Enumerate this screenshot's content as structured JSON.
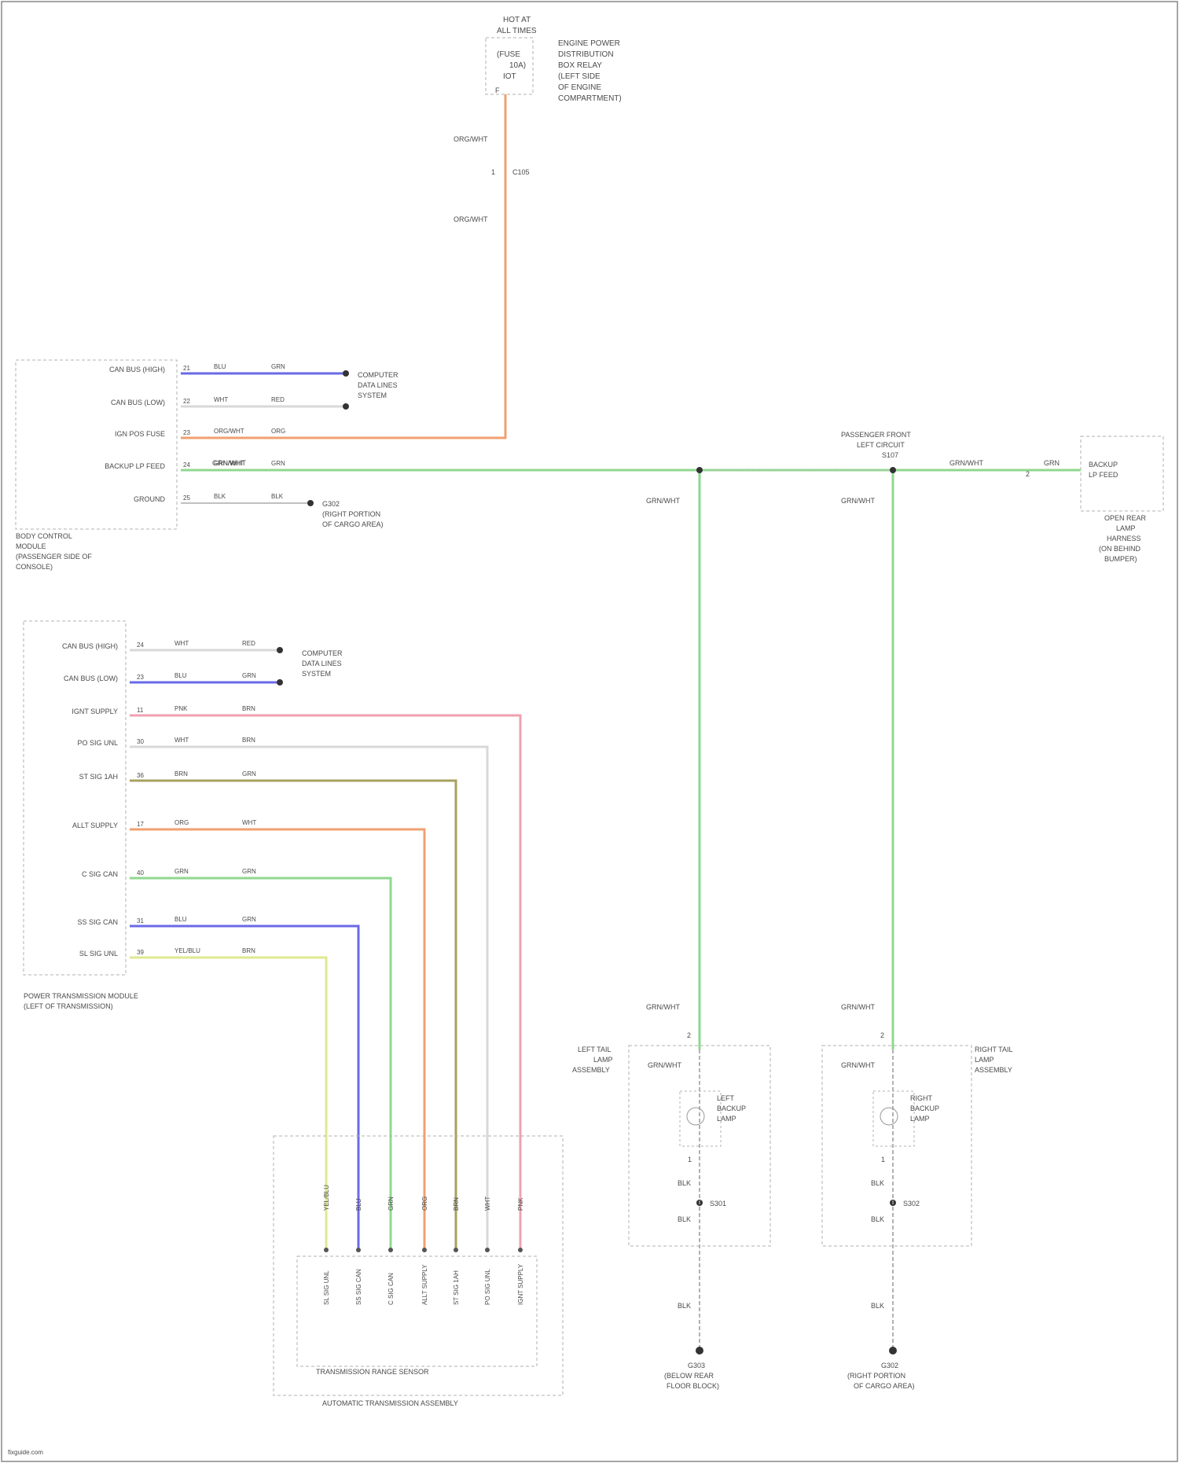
{
  "diagram": {
    "fuse": {
      "header": [
        "HOT AT",
        "ALL TIMES"
      ],
      "label": [
        "F",
        "(FUSE",
        "10A)",
        "",
        "IOT"
      ],
      "desc": [
        "ENGINE POWER",
        "DISTRIBUTION",
        "BOX RELAY",
        "(LEFT SIDE",
        "OF ENGINE",
        "COMPARTMENT)"
      ]
    },
    "main_wire": {
      "top_label": "ORG/WHT",
      "connector_label": "1",
      "connector_desc": "C105",
      "mid_label": "ORG/WHT"
    },
    "bcm": {
      "pins": [
        {
          "label": "CAN BUS (HIGH)",
          "num": "21",
          "color1": "BLU",
          "color2": "GRN"
        },
        {
          "label": "CAN BUS (LOW)",
          "num": "22",
          "color1": "WHT",
          "color2": "RED"
        },
        {
          "label": "IGN POS FUSE",
          "num": "23",
          "color1": "ORG/WHT",
          "color2": "ORG"
        },
        {
          "label": "BACKUP LP FEED",
          "num": "24",
          "color1": "GRN/WHT",
          "color2": "GRN"
        },
        {
          "label": "GROUND",
          "num": "25",
          "color1": "BLK",
          "color2": "BLK"
        }
      ],
      "desc": [
        "BODY CONTROL",
        "MODULE",
        "(PASSENGER SIDE OF",
        "CONSOLE)"
      ]
    },
    "data_link_1": [
      "COMPUTER",
      "DATA LINES",
      "SYSTEM"
    ],
    "g_ref_1": [
      "G302",
      "(RIGHT PORTION",
      "OF CARGO AREA)"
    ],
    "splice_1": {
      "desc": [
        "PASSENGER FRONT",
        "LEFT CIRCUIT",
        "S107"
      ]
    },
    "backup_wire_label": "GRN/WHT",
    "right_connector": {
      "wire": "GRN",
      "label": [
        "BACKUP",
        "LP FEED"
      ],
      "desc": [
        "OPEN REAR",
        "LAMP",
        "HARNESS",
        "(ON BEHIND",
        "BUMPER)"
      ],
      "num": "2"
    },
    "vertical_wires": {
      "left_top": "GRN/WHT",
      "right_top": "GRN/WHT",
      "left_bottom": "GRN/WHT",
      "right_bottom": "GRN/WHT"
    },
    "tcm": {
      "pins": [
        {
          "label": "CAN BUS (HIGH)",
          "num": "24",
          "color1": "WHT",
          "color2": "RED"
        },
        {
          "label": "CAN BUS (LOW)",
          "num": "23",
          "color1": "BLU",
          "color2": "GRN"
        },
        {
          "label": "IGNT SUPPLY",
          "num": "11",
          "color1": "PNK",
          "color2": "BRN"
        },
        {
          "label": "PO SIG UNL",
          "num": "30",
          "color1": "WHT",
          "color2": "BRN"
        },
        {
          "label": "ST SIG 1AH",
          "num": "36",
          "color1": "BRN",
          "color2": "GRN"
        },
        {
          "label": "ALLT SUPPLY",
          "num": "17",
          "color1": "ORG",
          "color2": "WHT"
        },
        {
          "label": "C SIG CAN",
          "num": "40",
          "color1": "GRN",
          "color2": "GRN"
        },
        {
          "label": "SS SIG CAN",
          "num": "31",
          "color1": "BLU",
          "color2": "GRN"
        },
        {
          "label": "SL SIG UNL",
          "num": "39",
          "color1": "YEL/BLU",
          "color2": "BRN"
        }
      ],
      "desc": [
        "POWER TRANSMISSION MODULE",
        "(LEFT OF TRANSMISSION)"
      ]
    },
    "data_link_2": [
      "COMPUTER",
      "DATA LINES",
      "SYSTEM"
    ],
    "range_switch": {
      "wire_labels": [
        "YEL/BLU",
        "BLU",
        "GRN",
        "ORG",
        "BRN",
        "WHT",
        "PNK"
      ],
      "pin_labels": [
        "SL SIG UNL",
        "SS SIG CAN",
        "C SIG CAN",
        "ALLT SUPPLY",
        "ST SIG 1AH",
        "PO SIG UNL",
        "IGNT SUPPLY"
      ],
      "inner_desc": "TRANSMISSION RANGE SENSOR",
      "outer_desc": "AUTOMATIC TRANSMISSION ASSEMBLY"
    },
    "left_lamp": {
      "desc": [
        "LEFT TAIL",
        "LAMP",
        "ASSEMBLY"
      ],
      "inner_wire": "GRN/WHT",
      "bulb": [
        "LEFT",
        "BACKUP",
        "LAMP"
      ],
      "gnd_label": "BLK",
      "splice": "S301",
      "gnd_label2": "BLK",
      "pin": "2",
      "pin2": "1"
    },
    "right_lamp": {
      "desc": [
        "RIGHT TAIL",
        "LAMP",
        "ASSEMBLY"
      ],
      "inner_wire": "GRN/WHT",
      "bulb": [
        "RIGHT",
        "BACKUP",
        "LAMP"
      ],
      "gnd_label": "BLK",
      "splice": "S302",
      "gnd_label2": "BLK",
      "pin": "2",
      "pin2": "1"
    },
    "ground_left": {
      "wire": "BLK",
      "desc": [
        "G303",
        "(BELOW REAR",
        "FLOOR BLOCK)"
      ]
    },
    "ground_right": {
      "wire": "BLK",
      "desc": [
        "G302",
        "(RIGHT PORTION",
        "OF CARGO AREA)"
      ]
    },
    "footer": "fixguide.com"
  },
  "colors": {
    "orange_wire": "#f0a070",
    "blue_wire": "#6a6ae8",
    "green_wire": "#8fd88f",
    "pink_wire": "#f0a0b0",
    "brown_wire": "#a8a060",
    "yellow_wire": "#e0e890",
    "white_wire": "#d8d8d8",
    "dashed_box": "#b0b0b0",
    "text": "#4a4a4a"
  }
}
